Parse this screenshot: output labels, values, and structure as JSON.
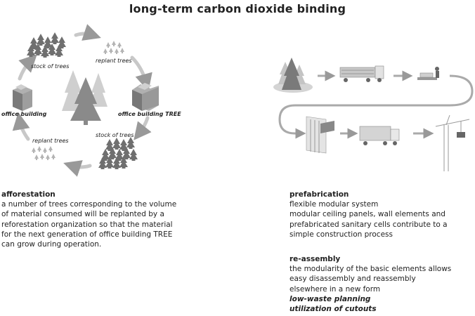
{
  "title": "long-term carbon dioxide binding",
  "cycle_labels": {
    "stock_top": "stock of trees",
    "replant_top": "replant trees",
    "office_left": "office building",
    "office_right": "office building TREE",
    "replant_bottom": "replant trees",
    "stock_bottom": "stock of trees"
  },
  "afforestation": {
    "heading": "afforestation",
    "lines": [
      "a number of trees corresponding to the volume",
      "of material consumed will be replanted by a",
      "reforestation organization so that the material",
      "for the next generation of office building TREE",
      "can grow during operation."
    ]
  },
  "prefabrication": {
    "heading": "prefabrication",
    "lines": [
      "flexible modular system",
      "modular ceiling panels, wall elements and",
      "prefabricated sanitary cells contribute to a",
      "simple construction process"
    ]
  },
  "reassembly": {
    "heading": "re-assembly",
    "lines": [
      "the modularity of the basic elements allows",
      "easy disassembly and reassembly",
      "elsewhere in a new form"
    ],
    "emphasis": [
      "low-waste planning",
      "utilization of cutouts"
    ]
  }
}
